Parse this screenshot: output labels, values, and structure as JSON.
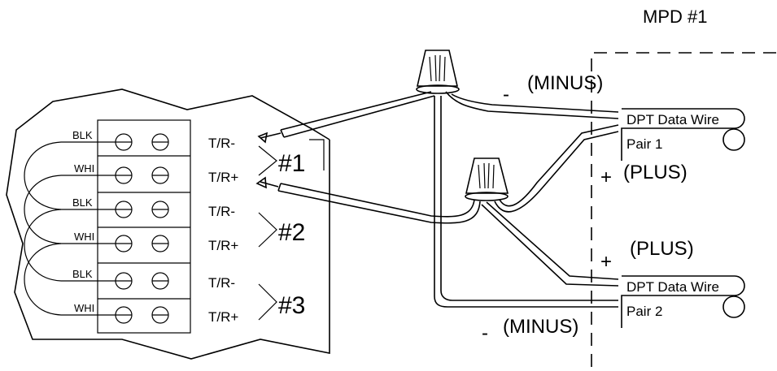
{
  "mpd_label": "MPD #1",
  "terminal_block": {
    "wire_colors": [
      "BLK",
      "WHI",
      "BLK",
      "WHI",
      "BLK",
      "WHI"
    ],
    "terminal_labels": [
      "T/R-",
      "T/R+",
      "T/R-",
      "T/R+",
      "T/R-",
      "T/R+"
    ],
    "group_labels": [
      "#1",
      "#2",
      "#3"
    ]
  },
  "dpt": {
    "pair1_line1": "DPT Data Wire",
    "pair1_line2": "Pair 1",
    "pair2_line1": "DPT Data Wire",
    "pair2_line2": "Pair 2"
  },
  "polarity": {
    "minus_top_sign": "-",
    "minus_top": "(MINUS)",
    "plus_top_sign": "+",
    "plus_top": "(PLUS)",
    "plus_bottom_sign": "+",
    "plus_bottom": "(PLUS)",
    "minus_bottom_sign": "-",
    "minus_bottom": "(MINUS)"
  }
}
